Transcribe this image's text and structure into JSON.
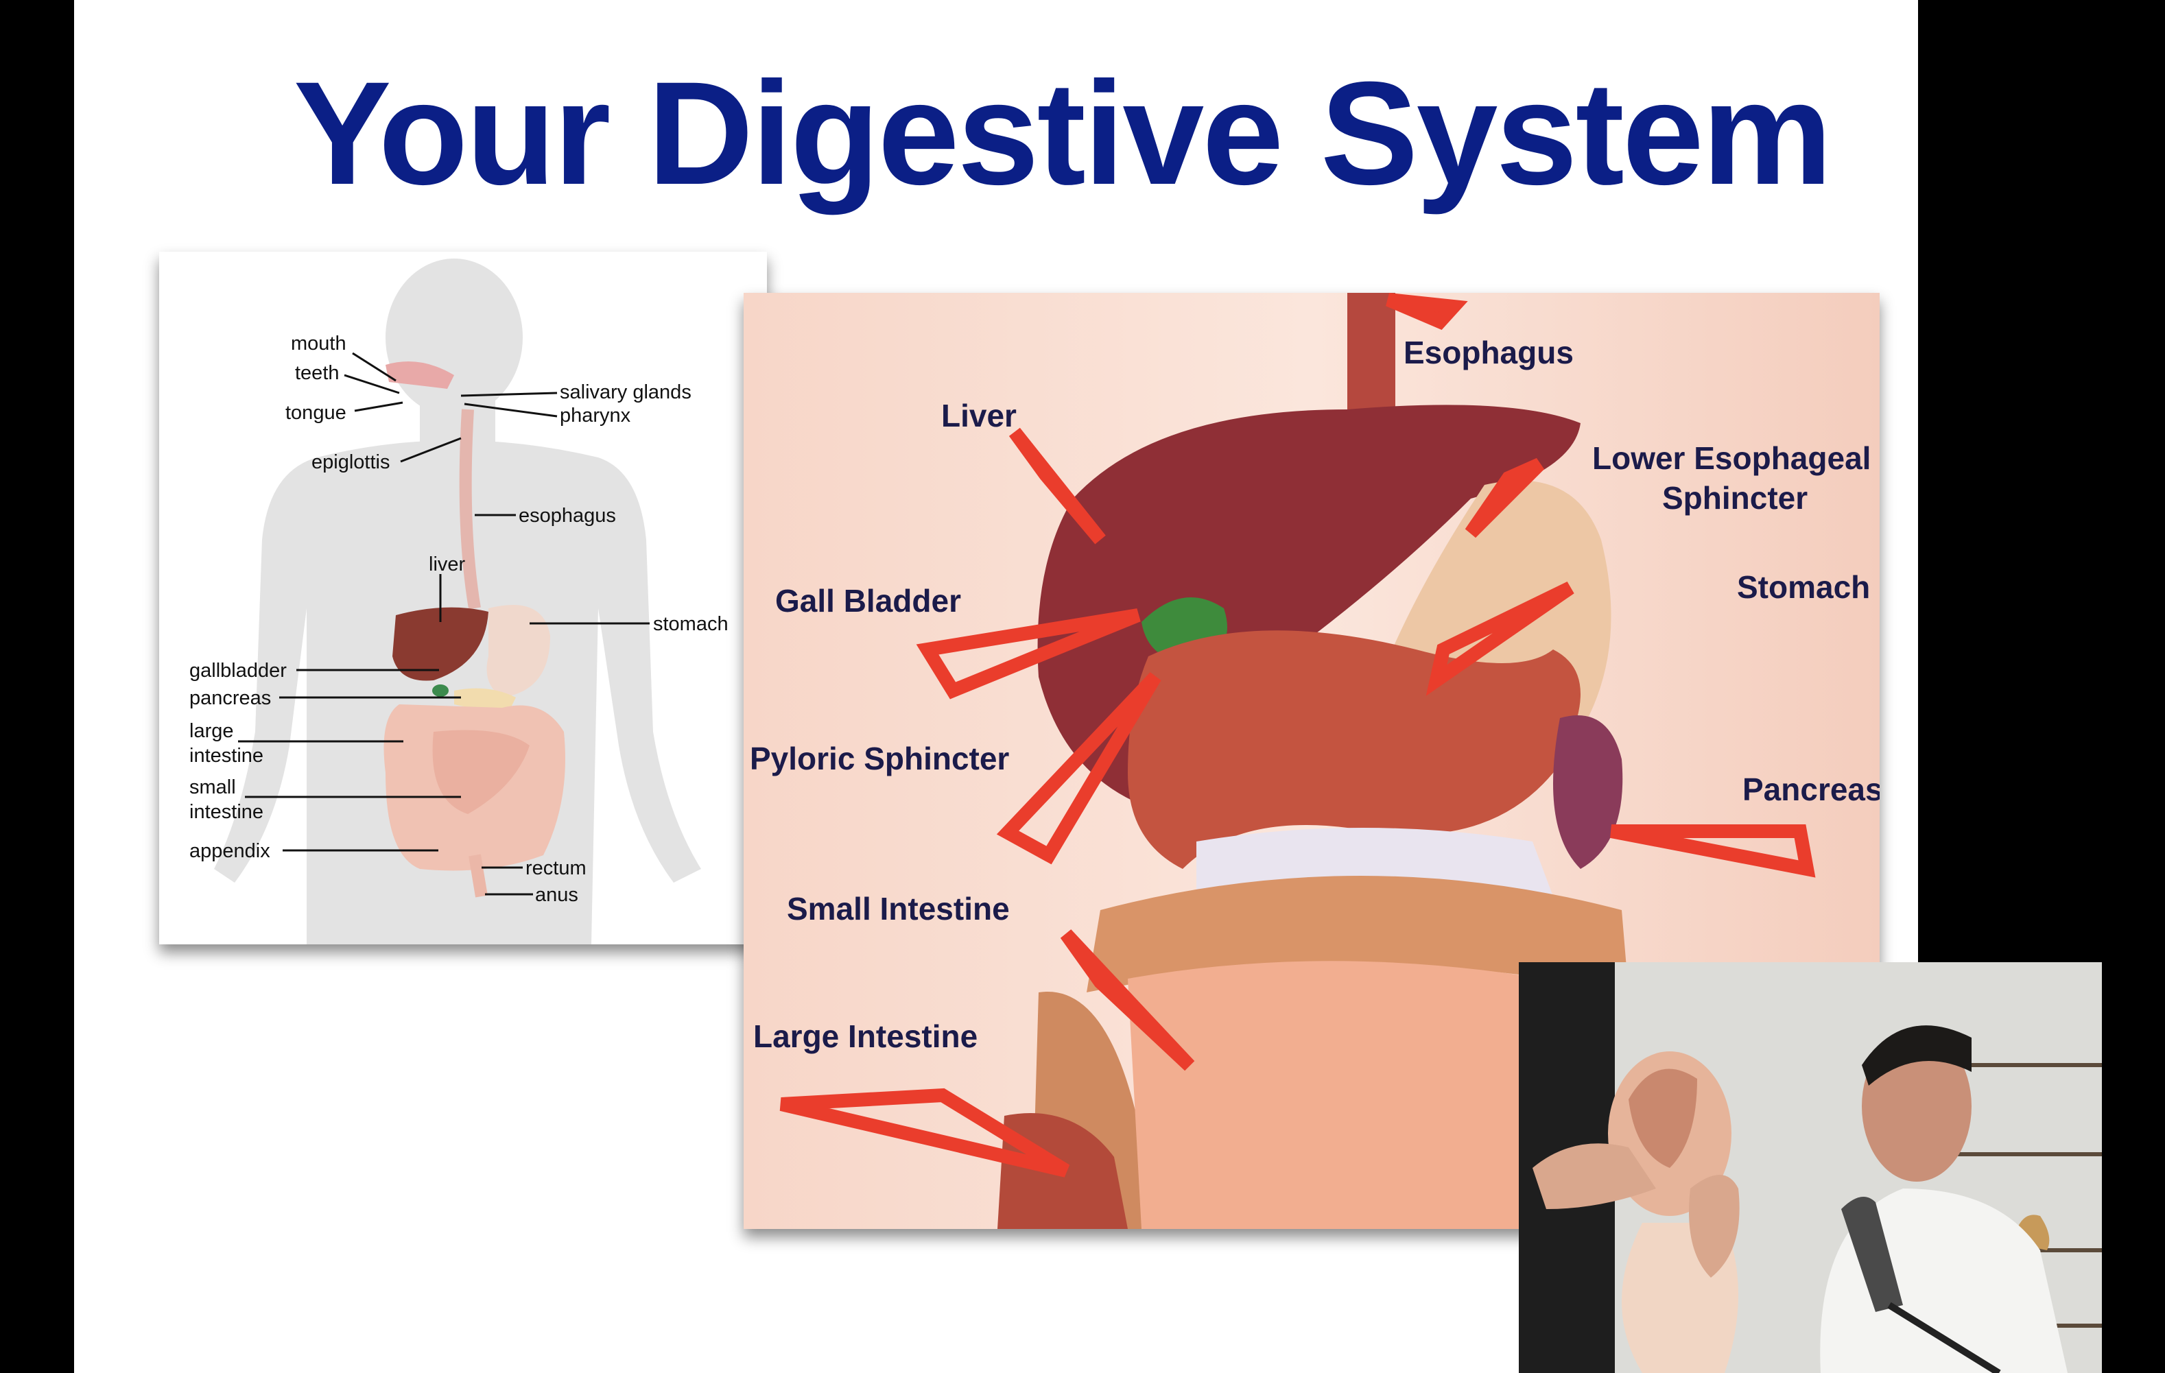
{
  "slide": {
    "title": "Your Digestive System"
  },
  "left_diagram": {
    "labels": {
      "mouth": "mouth",
      "teeth": "teeth",
      "tongue": "tongue",
      "epiglottis": "epiglottis",
      "salivary_glands": "salivary glands",
      "pharynx": "pharynx",
      "esophagus": "esophagus",
      "liver": "liver",
      "stomach": "stomach",
      "gallbladder": "gallbladder",
      "pancreas": "pancreas",
      "large_intestine_1": "large",
      "large_intestine_2": "intestine",
      "small_intestine_1": "small",
      "small_intestine_2": "intestine",
      "appendix": "appendix",
      "rectum": "rectum",
      "anus": "anus"
    }
  },
  "right_diagram": {
    "labels": {
      "esophagus": "Esophagus",
      "liver": "Liver",
      "les_1": "Lower Esophageal",
      "les_2": "Sphincter",
      "gall_bladder": "Gall Bladder",
      "stomach": "Stomach",
      "pyloric": "Pyloric Sphincter",
      "pancrease": "Pancrease",
      "small_intestine": "Small Intestine",
      "large_intestine": "Large Intestine"
    },
    "colors": {
      "arrow": "#ea3d2c",
      "label": "#1b1b4a"
    }
  },
  "colors": {
    "title": "#0b1f86",
    "background": "#ffffff",
    "frame": "#000000"
  }
}
